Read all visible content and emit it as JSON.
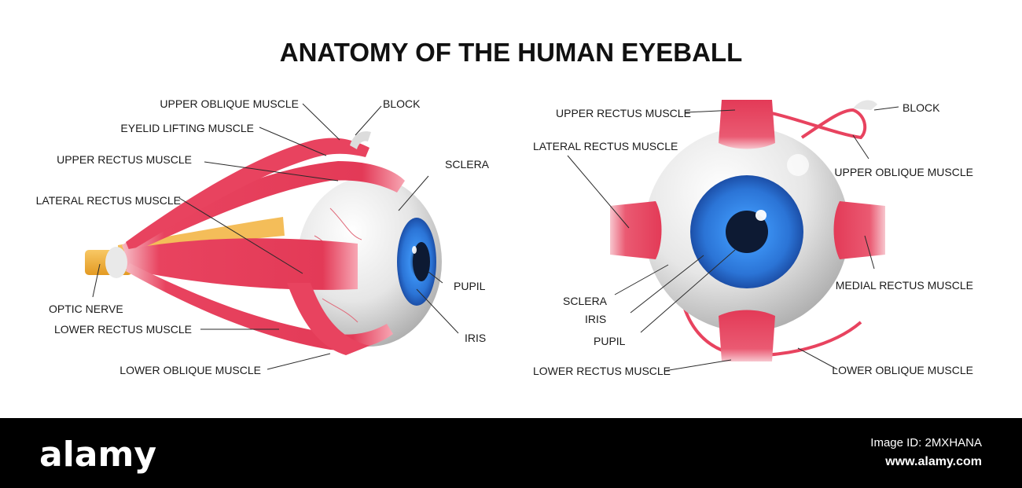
{
  "title": "ANATOMY OF THE HUMAN EYEBALL",
  "side_view": {
    "labels": {
      "upper_oblique": "UPPER OBLIQUE MUSCLE",
      "block": "BLOCK",
      "eyelid_lifting": "EYELID LIFTING MUSCLE",
      "upper_rectus": "UPPER RECTUS MUSCLE",
      "sclera": "SCLERA",
      "lateral_rectus": "LATERAL RECTUS MUSCLE",
      "pupil": "PUPIL",
      "optic_nerve": "OPTIC NERVE",
      "lower_rectus": "LOWER RECTUS MUSCLE",
      "iris": "IRIS",
      "lower_oblique": "LOWER OBLIQUE MUSCLE"
    }
  },
  "front_view": {
    "labels": {
      "upper_rectus": "UPPER RECTUS MUSCLE",
      "block": "BLOCK",
      "lateral_rectus": "LATERAL RECTUS MUSCLE",
      "upper_oblique": "UPPER OBLIQUE MUSCLE",
      "medial_rectus": "MEDIAL RECTUS MUSCLE",
      "sclera": "SCLERA",
      "iris": "IRIS",
      "pupil": "PUPIL",
      "lower_rectus": "LOWER RECTUS MUSCLE",
      "lower_oblique": "LOWER OBLIQUE MUSCLE"
    }
  },
  "watermark": {
    "logo": "alamy",
    "image_id": "Image ID: 2MXHANA",
    "url": "www.alamy.com"
  },
  "colors": {
    "muscle": "#e8435f",
    "muscle_light": "#f7a7b4",
    "sclera": "#dedede",
    "iris": "#2e78d8",
    "pupil": "#0d1a33",
    "optic_nerve": "#f2b13c",
    "footer": "#000000"
  }
}
